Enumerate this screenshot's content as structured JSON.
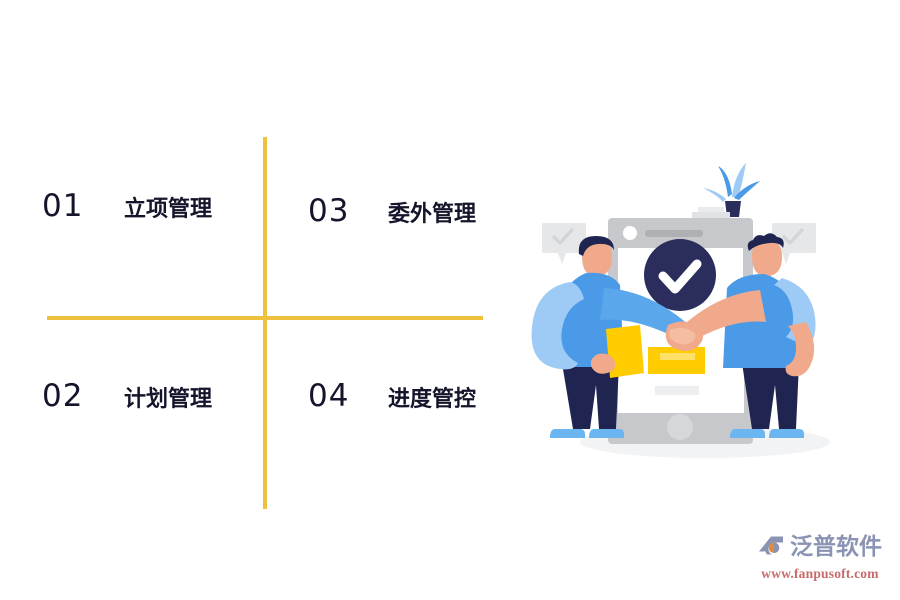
{
  "slide": {
    "background_color": "#ffffff",
    "accent_color": "#EFC13F",
    "text_color": "#14142b"
  },
  "matrix": {
    "items": [
      {
        "number": "01",
        "label": "立项管理"
      },
      {
        "number": "02",
        "label": "计划管理"
      },
      {
        "number": "03",
        "label": "委外管理"
      },
      {
        "number": "04",
        "label": "进度管控"
      }
    ]
  },
  "illustration": {
    "name": "handshake-agreement-illustration",
    "elements": [
      "phone-device",
      "success-check-badge",
      "left-person",
      "right-person",
      "handshake",
      "potted-plant",
      "speech-bubble-check-left",
      "speech-bubble-check-right",
      "yellow-card",
      "floor-shadow"
    ],
    "colors": {
      "phone_body": "#c4c6c9",
      "phone_screen": "#ffffff",
      "check_badge": "#2b2d5c",
      "shirt_blue": "#4a9ae8",
      "shirt_light_blue": "#9ecbf5",
      "pants_navy": "#1f2550",
      "skin": "#f0a98a",
      "card_yellow": "#ffcc00",
      "plant_blue": "#4a9ae8",
      "shoe_blue": "#6bb6f0"
    }
  },
  "brand": {
    "name": "泛普软件",
    "url": "www.fanpusoft.com",
    "name_color": "#8a93b4",
    "url_color": "#c86a6a"
  }
}
